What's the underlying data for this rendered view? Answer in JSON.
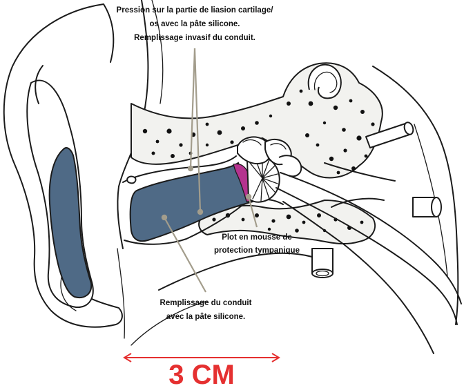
{
  "labels": {
    "top_line1": "Pression sur la partie de liasion cartilage/",
    "top_line2": "os avec la pâte silicone.",
    "top_line3": "Remplissage invasif du conduit.",
    "foam_line1": "Plot en mousse de",
    "foam_line2": "protection tympanique",
    "fill_line1": "Remplissage du conduit",
    "fill_line2": "avec la pâte silicone."
  },
  "scale": {
    "text": "3 CM"
  },
  "colors": {
    "silicone": "#4f6a86",
    "foam_plug": "#b5338f",
    "scale": "#e53030",
    "leader": "#a39d8c",
    "ink": "#1b1b1b",
    "bone": "#f2f2ef"
  }
}
